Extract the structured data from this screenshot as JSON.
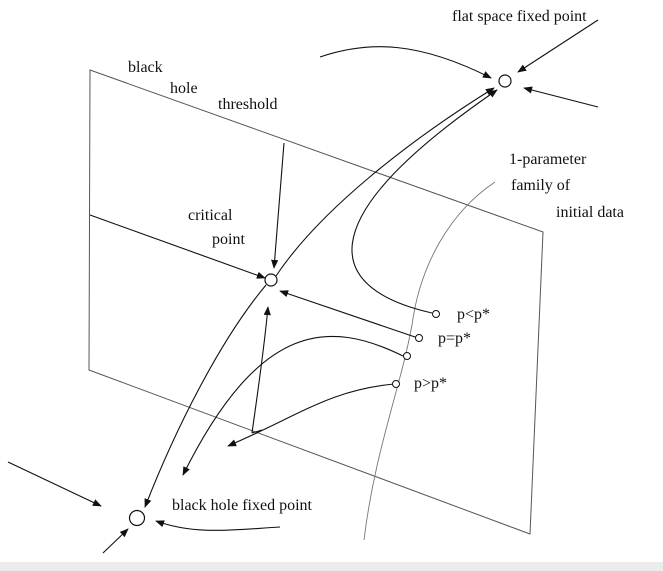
{
  "labels": {
    "flat_space_fixed_point": "flat space fixed point",
    "black": "black",
    "hole": "hole",
    "threshold": "threshold",
    "one_parameter": "1-parameter",
    "family_of": "family of",
    "initial_data": "initial data",
    "critical": "critical",
    "point": "point",
    "p_less": "p<p*",
    "p_equal": "p=p*",
    "p_greater": "p>p*",
    "black_hole_fixed_point": "black hole fixed point"
  },
  "colors": {
    "stroke": "#111111",
    "plane": "#555555",
    "background": "#ffffff"
  }
}
